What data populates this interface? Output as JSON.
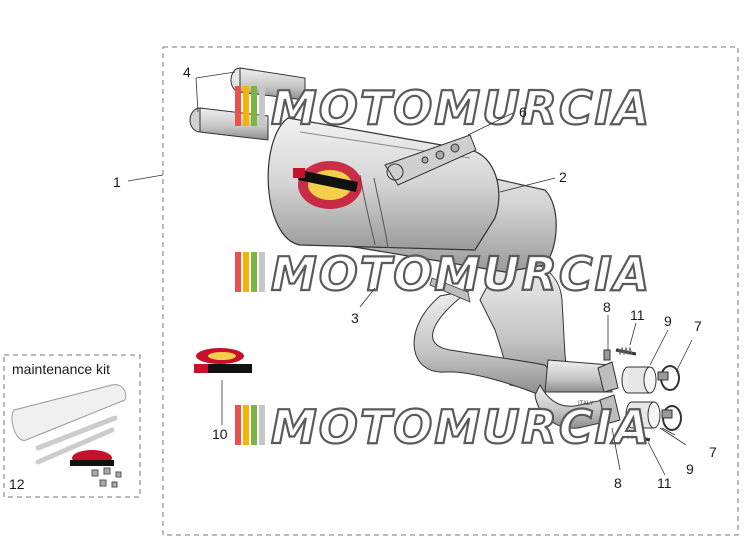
{
  "kit": {
    "title": "maintenance kit"
  },
  "watermark": {
    "text": "MOTOMURCIA"
  },
  "callouts": {
    "c1": "1",
    "c2": "2",
    "c3": "3",
    "c4": "4",
    "c6": "6",
    "c7a": "7",
    "c7b": "7",
    "c8a": "8",
    "c8b": "8",
    "c9a": "9",
    "c9b": "9",
    "c10": "10",
    "c11a": "11",
    "c11b": "11",
    "c12": "12"
  },
  "colors": {
    "muffler": "#d9d9d9",
    "outline": "#333333",
    "brand_red": "#c8102e",
    "watermark_stripes": [
      "#e8524a",
      "#f4b400",
      "#7cb342",
      "#c7c7c7"
    ]
  }
}
